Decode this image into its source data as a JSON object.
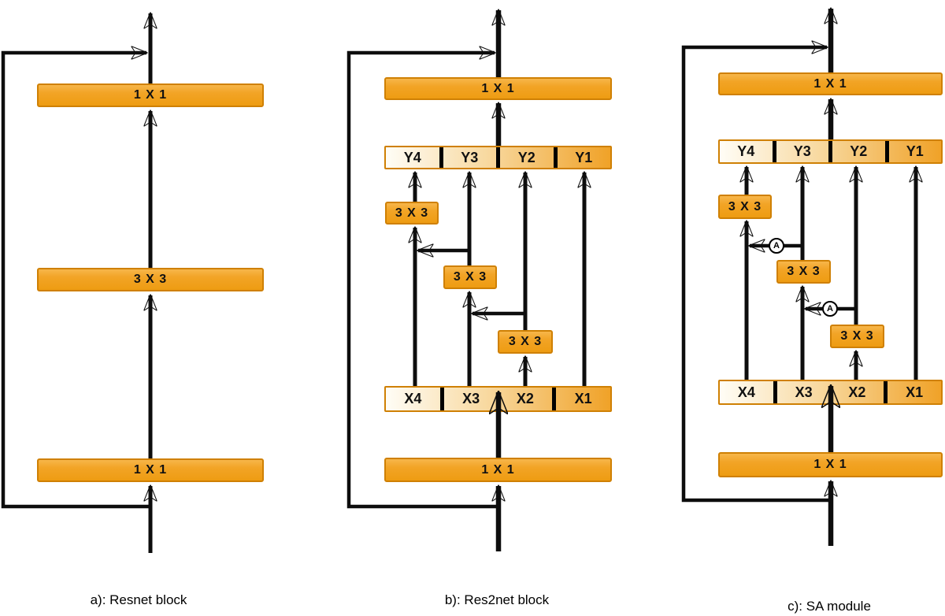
{
  "panel_a": {
    "caption": "a): Resnet block",
    "top_conv": "1 X 1",
    "middle_conv": "3 X 3",
    "bottom_conv": "1 X 1"
  },
  "panel_b": {
    "caption": "b): Res2net block",
    "top_conv": "1 X 1",
    "bottom_conv": "1 X 1",
    "conv_y4": "3 X 3",
    "conv_y3": "3 X 3",
    "conv_y2": "3 X 3",
    "y_bar": [
      "Y4",
      "Y3",
      "Y2",
      "Y1"
    ],
    "x_bar": [
      "X4",
      "X3",
      "X2",
      "X1"
    ]
  },
  "panel_c": {
    "caption": "c): SA module",
    "top_conv": "1 X 1",
    "bottom_conv": "1 X 1",
    "conv_y4": "3 X 3",
    "conv_y3": "3 X 3",
    "conv_y2": "3 X 3",
    "y_bar": [
      "Y4",
      "Y3",
      "Y2",
      "Y1"
    ],
    "x_bar": [
      "X4",
      "X3",
      "X2",
      "X1"
    ],
    "attention_symbol": "A"
  },
  "colors": {
    "accent_orange": "#f2a426",
    "accent_orange_dark": "#ee9c12",
    "accent_orange_light": "#f7b64a",
    "box_border": "#cf8004",
    "bar_gradient_start": "#fffdf6",
    "bar_gradient_mid": "#f8d9a0",
    "bar_gradient_end": "#f0a228",
    "line": "#0d0d0d"
  }
}
